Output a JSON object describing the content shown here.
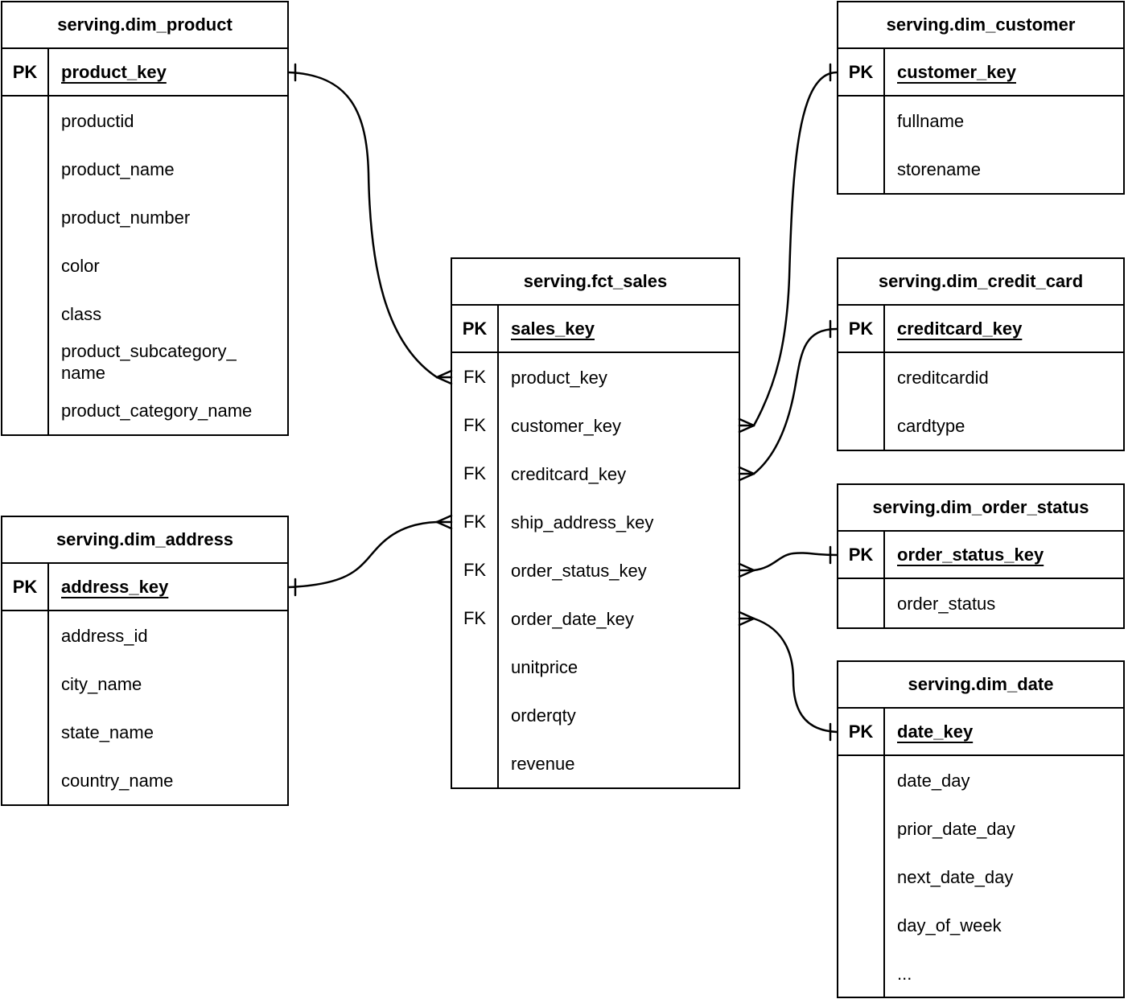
{
  "diagram_type": "entity-relationship star schema",
  "colors": {
    "background": "#ffffff",
    "line": "#000000",
    "text": "#000000"
  },
  "tables": {
    "dim_product": {
      "title": "serving.dim_product",
      "pk": {
        "k": "PK",
        "n": "product_key"
      },
      "fields": [
        {
          "k": "",
          "n": "productid"
        },
        {
          "k": "",
          "n": "product_name"
        },
        {
          "k": "",
          "n": "product_number"
        },
        {
          "k": "",
          "n": "color"
        },
        {
          "k": "",
          "n": "class"
        },
        {
          "k": "",
          "n": "product_subcategory_\nname"
        },
        {
          "k": "",
          "n": "product_category_name"
        }
      ]
    },
    "dim_address": {
      "title": "serving.dim_address",
      "pk": {
        "k": "PK",
        "n": "address_key"
      },
      "fields": [
        {
          "k": "",
          "n": "address_id"
        },
        {
          "k": "",
          "n": "city_name"
        },
        {
          "k": "",
          "n": "state_name"
        },
        {
          "k": "",
          "n": "country_name"
        }
      ]
    },
    "fct_sales": {
      "title": "serving.fct_sales",
      "pk": {
        "k": "PK",
        "n": "sales_key"
      },
      "fields": [
        {
          "k": "FK",
          "n": "product_key"
        },
        {
          "k": "FK",
          "n": "customer_key"
        },
        {
          "k": "FK",
          "n": "creditcard_key"
        },
        {
          "k": "FK",
          "n": "ship_address_key"
        },
        {
          "k": "FK",
          "n": "order_status_key"
        },
        {
          "k": "FK",
          "n": "order_date_key"
        },
        {
          "k": "",
          "n": "unitprice"
        },
        {
          "k": "",
          "n": "orderqty"
        },
        {
          "k": "",
          "n": "revenue"
        }
      ]
    },
    "dim_customer": {
      "title": "serving.dim_customer",
      "pk": {
        "k": "PK",
        "n": "customer_key"
      },
      "fields": [
        {
          "k": "",
          "n": "fullname"
        },
        {
          "k": "",
          "n": "storename"
        }
      ]
    },
    "dim_credit_card": {
      "title": "serving.dim_credit_card",
      "pk": {
        "k": "PK",
        "n": "creditcard_key"
      },
      "fields": [
        {
          "k": "",
          "n": "creditcardid"
        },
        {
          "k": "",
          "n": "cardtype"
        }
      ]
    },
    "dim_order_status": {
      "title": "serving.dim_order_status",
      "pk": {
        "k": "PK",
        "n": "order_status_key"
      },
      "fields": [
        {
          "k": "",
          "n": "order_status"
        }
      ]
    },
    "dim_date": {
      "title": "serving.dim_date",
      "pk": {
        "k": "PK",
        "n": "date_key"
      },
      "fields": [
        {
          "k": "",
          "n": "date_day"
        },
        {
          "k": "",
          "n": "prior_date_day"
        },
        {
          "k": "",
          "n": "next_date_day"
        },
        {
          "k": "",
          "n": "day_of_week"
        },
        {
          "k": "",
          "n": "..."
        }
      ]
    }
  },
  "relationships": [
    {
      "from": "serving.fct_sales.product_key",
      "to": "serving.dim_product.product_key",
      "from_cardinality": "many",
      "to_cardinality": "one"
    },
    {
      "from": "serving.fct_sales.customer_key",
      "to": "serving.dim_customer.customer_key",
      "from_cardinality": "many",
      "to_cardinality": "one"
    },
    {
      "from": "serving.fct_sales.creditcard_key",
      "to": "serving.dim_credit_card.creditcard_key",
      "from_cardinality": "many",
      "to_cardinality": "one"
    },
    {
      "from": "serving.fct_sales.ship_address_key",
      "to": "serving.dim_address.address_key",
      "from_cardinality": "many",
      "to_cardinality": "one"
    },
    {
      "from": "serving.fct_sales.order_status_key",
      "to": "serving.dim_order_status.order_status_key",
      "from_cardinality": "many",
      "to_cardinality": "one"
    },
    {
      "from": "serving.fct_sales.order_date_key",
      "to": "serving.dim_date.date_key",
      "from_cardinality": "many",
      "to_cardinality": "one"
    }
  ]
}
